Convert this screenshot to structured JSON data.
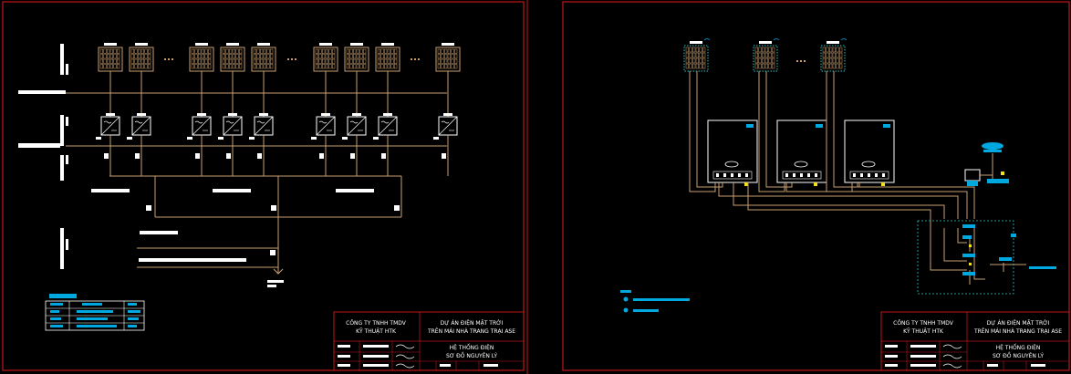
{
  "sheet_left": {
    "title_block": {
      "company_line1": "CÔNG TY TNHH TMDV",
      "company_line2": "KỸ THUẬT HTK",
      "project_line1": "DỰ ÁN ĐIỆN MẶT TRỜI",
      "project_line2": "TRÊN MÁI NHÀ TRANG TRẠI ASE",
      "drawing_line1": "HỆ THỐNG ĐIỆN",
      "drawing_line2": "SƠ ĐỒ NGUYÊN LÝ"
    }
  },
  "sheet_right": {
    "title_block": {
      "company_line1": "CÔNG TY TNHH TMDV",
      "company_line2": "KỸ THUẬT HTK",
      "project_line1": "DỰ ÁN ĐIỆN MẶT TRỜI",
      "project_line2": "TRÊN MÁI NHÀ TRANG TRẠI ASE",
      "drawing_line1": "HỆ THỐNG ĐIỆN",
      "drawing_line2": "SƠ ĐỒ NGUYÊN LÝ"
    }
  },
  "colors": {
    "background": "#000000",
    "frame": "#c0141c",
    "wire": "#c8a070",
    "white": "#ffffff",
    "cyan": "#00a8e0",
    "yellow": "#f0e020",
    "green": "#30c030"
  }
}
